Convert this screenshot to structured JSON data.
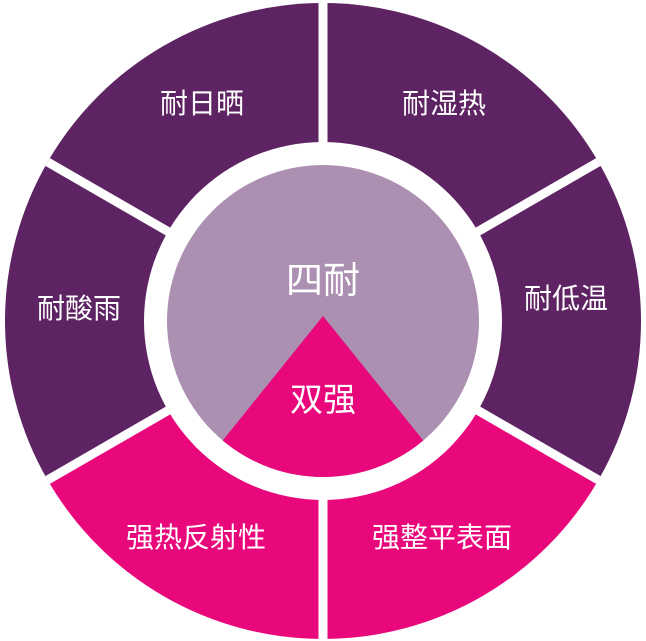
{
  "colors": {
    "purple": "#5E2363",
    "pink": "#E9077C",
    "mauve": "#AC90B2",
    "divider_white": "#FFFFFF",
    "label_text": "#FFFFFF"
  },
  "wheel": {
    "segments": [
      {
        "id": "sun-resistance",
        "label": "耐日晒"
      },
      {
        "id": "damp-heat-resistance",
        "label": "耐湿热"
      },
      {
        "id": "acid-rain-resistance",
        "label": "耐酸雨"
      },
      {
        "id": "low-temperature-resistance",
        "label": "耐低温"
      },
      {
        "id": "strong-heat-reflectivity",
        "label": "强热反射性"
      },
      {
        "id": "strong-surface-leveling",
        "label": "强整平表面"
      }
    ],
    "center": {
      "primary_label": "四耐",
      "secondary_label": "双强"
    }
  }
}
